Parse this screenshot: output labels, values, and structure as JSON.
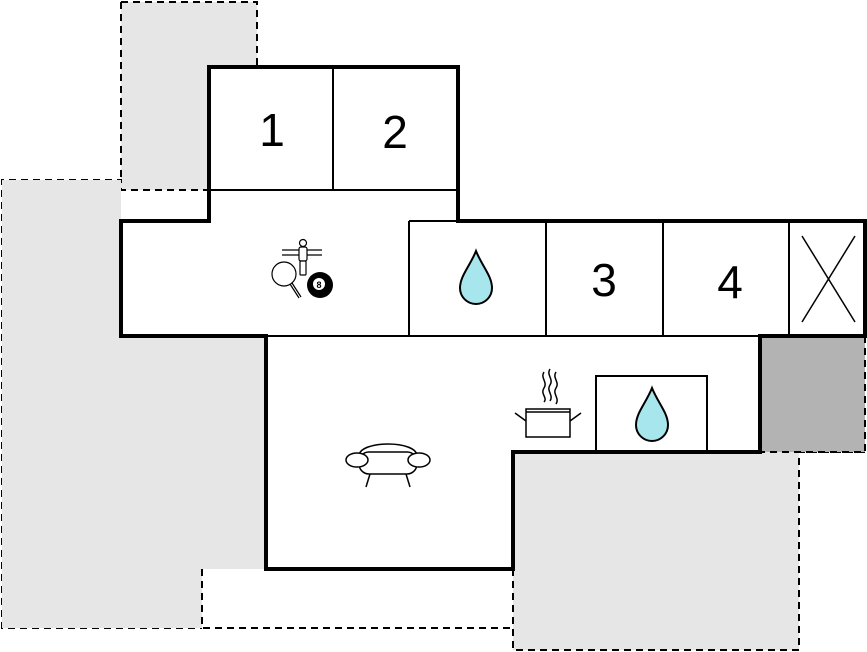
{
  "floorplan": {
    "rooms": [
      {
        "id": "bedroom-1",
        "label": "1"
      },
      {
        "id": "bedroom-2",
        "label": "2"
      },
      {
        "id": "bedroom-3",
        "label": "3"
      },
      {
        "id": "bedroom-4",
        "label": "4"
      }
    ],
    "icons": {
      "foosball": "foosball-table-icon",
      "table_tennis": "table-tennis-paddle-icon",
      "billiard_ball": "eight-ball-icon",
      "billiard_ball_number": "8",
      "water_drop": "water-drop-icon",
      "cooking_pot": "cooking-pot-icon",
      "sofa": "sofa-icon",
      "closed_area": "cross-mark-icon"
    },
    "colors": {
      "wall": "#000000",
      "terrace": "#e6e6e6",
      "storage": "#b3b3b3",
      "water": "#a6e6ec"
    }
  }
}
